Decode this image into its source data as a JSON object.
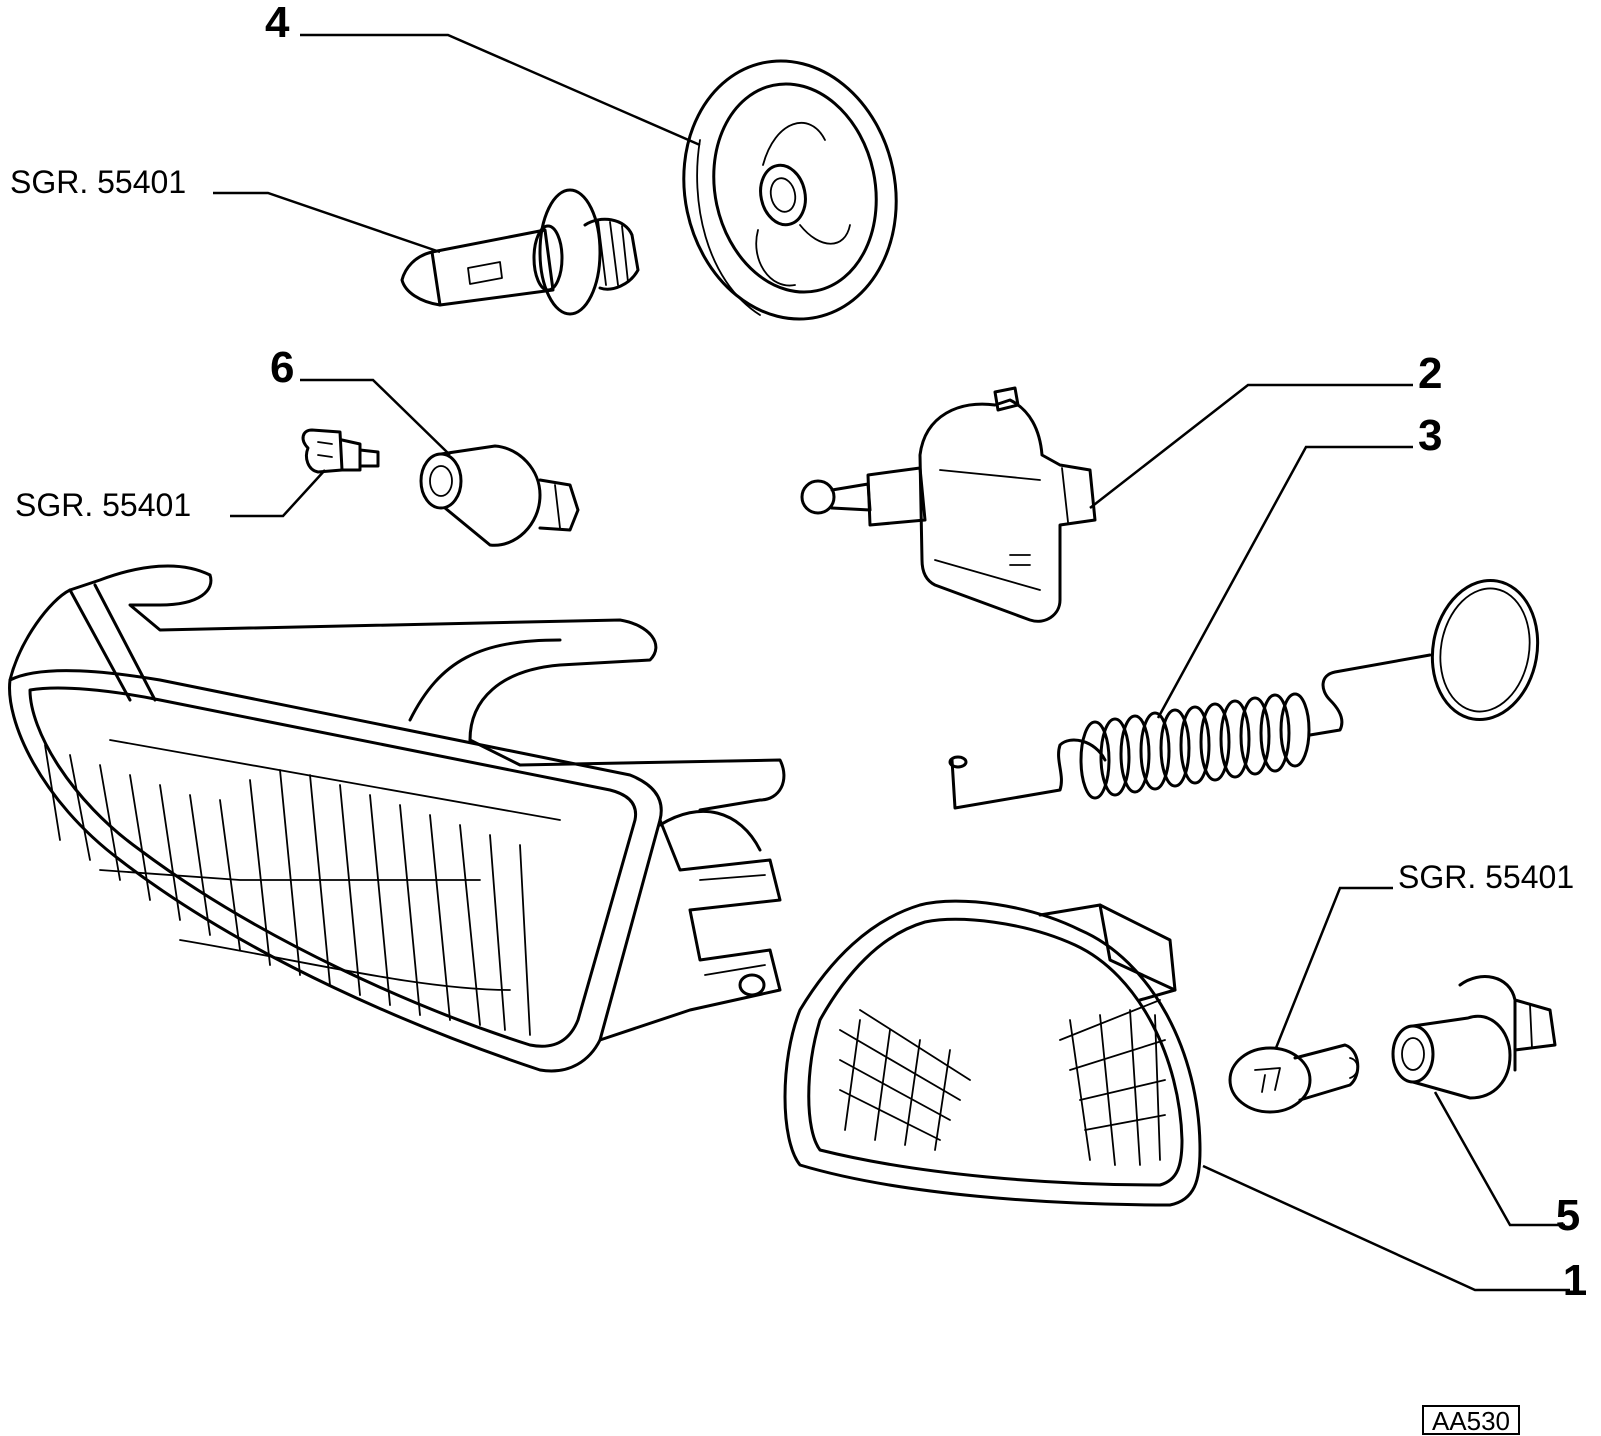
{
  "callouts": {
    "c1": "1",
    "c2": "2",
    "c3": "3",
    "c4": "4",
    "c5": "5",
    "c6": "6"
  },
  "references": {
    "bulb_h7": "SGR. 55401",
    "bulb_small": "SGR. 55401",
    "bulb_indicator": "SGR. 55401"
  },
  "drawing_code": "AA530"
}
